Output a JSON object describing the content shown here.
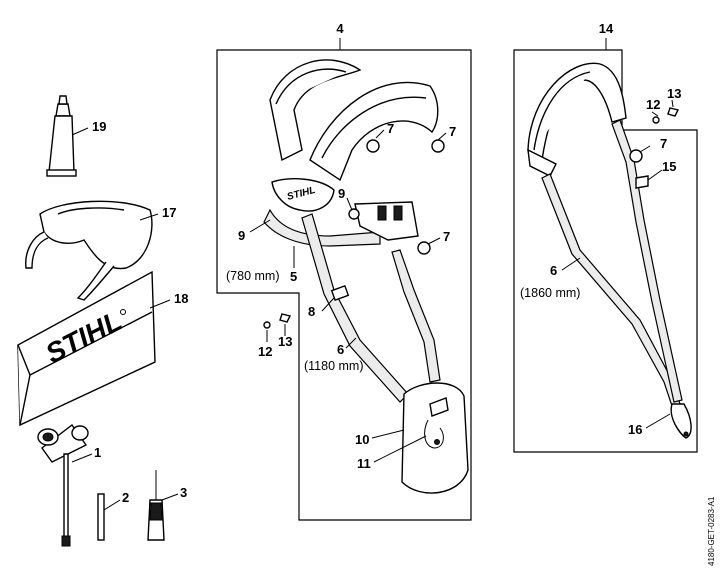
{
  "brand": "STIHL",
  "reference_code": "4180-GET-0283-A1",
  "group_labels": {
    "harness": "4",
    "shoulder_strap": "14"
  },
  "callouts": {
    "c1": "1",
    "c2": "2",
    "c3": "3",
    "c4_12": "12",
    "c4_13": "13",
    "h_7a": "7",
    "h_7b": "7",
    "h_7c": "7",
    "h_9a": "9",
    "h_9b": "9",
    "h_5": "5",
    "h_8": "8",
    "h_6": "6",
    "h_10": "10",
    "h_11": "11",
    "s_12": "12",
    "s_13": "13",
    "s_7": "7",
    "s_15": "15",
    "s_6": "6",
    "s_16": "16",
    "c17": "17",
    "c18": "18",
    "c19": "19"
  },
  "dimensions": {
    "waist_belt": "(780 mm)",
    "harness_strap": "(1180 mm)",
    "shoulder_strap": "(1860 mm)"
  }
}
